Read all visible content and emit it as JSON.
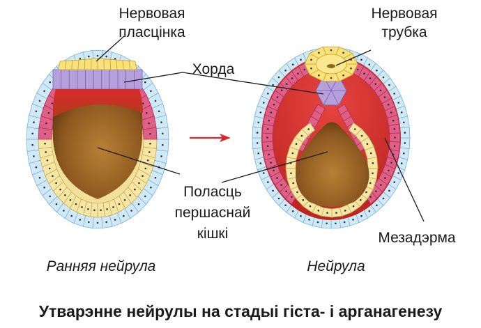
{
  "labels": {
    "neural_plate": [
      "Нервовая",
      "пласцінка"
    ],
    "neural_tube": [
      "Нервовая",
      "трубка"
    ],
    "notochord": "Хорда",
    "primary_gut_cavity": [
      "Поласць",
      "першаснай",
      "кішкі"
    ],
    "mesoderm": "Мезадэрма"
  },
  "captions": {
    "early": "Ранняя нейрула",
    "neurula": "Нейрула"
  },
  "title": "Утварэнне нейрулы на стадыі гіста- і арганагенезу",
  "colors": {
    "ectoderm": "#cfe9f6",
    "ectoderm_stroke": "#7fb2d6",
    "endoderm": "#f6e6a4",
    "endoderm_stroke": "#c7ad58",
    "neural": "#f9e27a",
    "neural_stroke": "#caa232",
    "notochord": "#b6a0dc",
    "notochord_stroke": "#7c62b3",
    "mesoderm": "#e05f86",
    "mesoderm_stroke": "#b02f5c",
    "cavity_red": "#d7332f",
    "cavity_gold": "#c9953a",
    "arrow": "#e0242a"
  }
}
